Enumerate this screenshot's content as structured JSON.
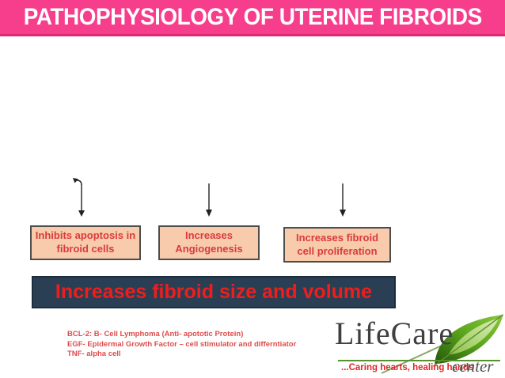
{
  "slide": {
    "title": "PATHOPHYSIOLOGY OF UTERINE FIBROIDS",
    "colors": {
      "header_bg": "#F73E8C",
      "header_border": "#DB2A74",
      "mech_box_bg": "#F8CBAD",
      "mech_box_border": "#4D4D4D",
      "mech_box_text": "#D93B3B",
      "outcome_bg": "#2B3F54",
      "outcome_text": "#F01D1D",
      "footnote_text": "#DF4B4B",
      "logo_green": "#55922E"
    }
  },
  "mechanism_boxes": [
    {
      "label": "Inhibits apoptosis in fibroid cells"
    },
    {
      "label": "Increases Angiogenesis"
    },
    {
      "label": "Increases fibroid cell proliferation"
    }
  ],
  "outcome": {
    "label": "Increases fibroid size and volume"
  },
  "footnotes": [
    "BCL-2: B- Cell Lymphoma (Anti- apototic Protein)",
    "EGF- Epidermal Growth Factor – cell stimulator and differntiator",
    "TNF- alpha cell"
  ],
  "logo": {
    "name": "LifeCare",
    "tagline": "...Caring hearts, healing hands",
    "subtext": "center"
  }
}
